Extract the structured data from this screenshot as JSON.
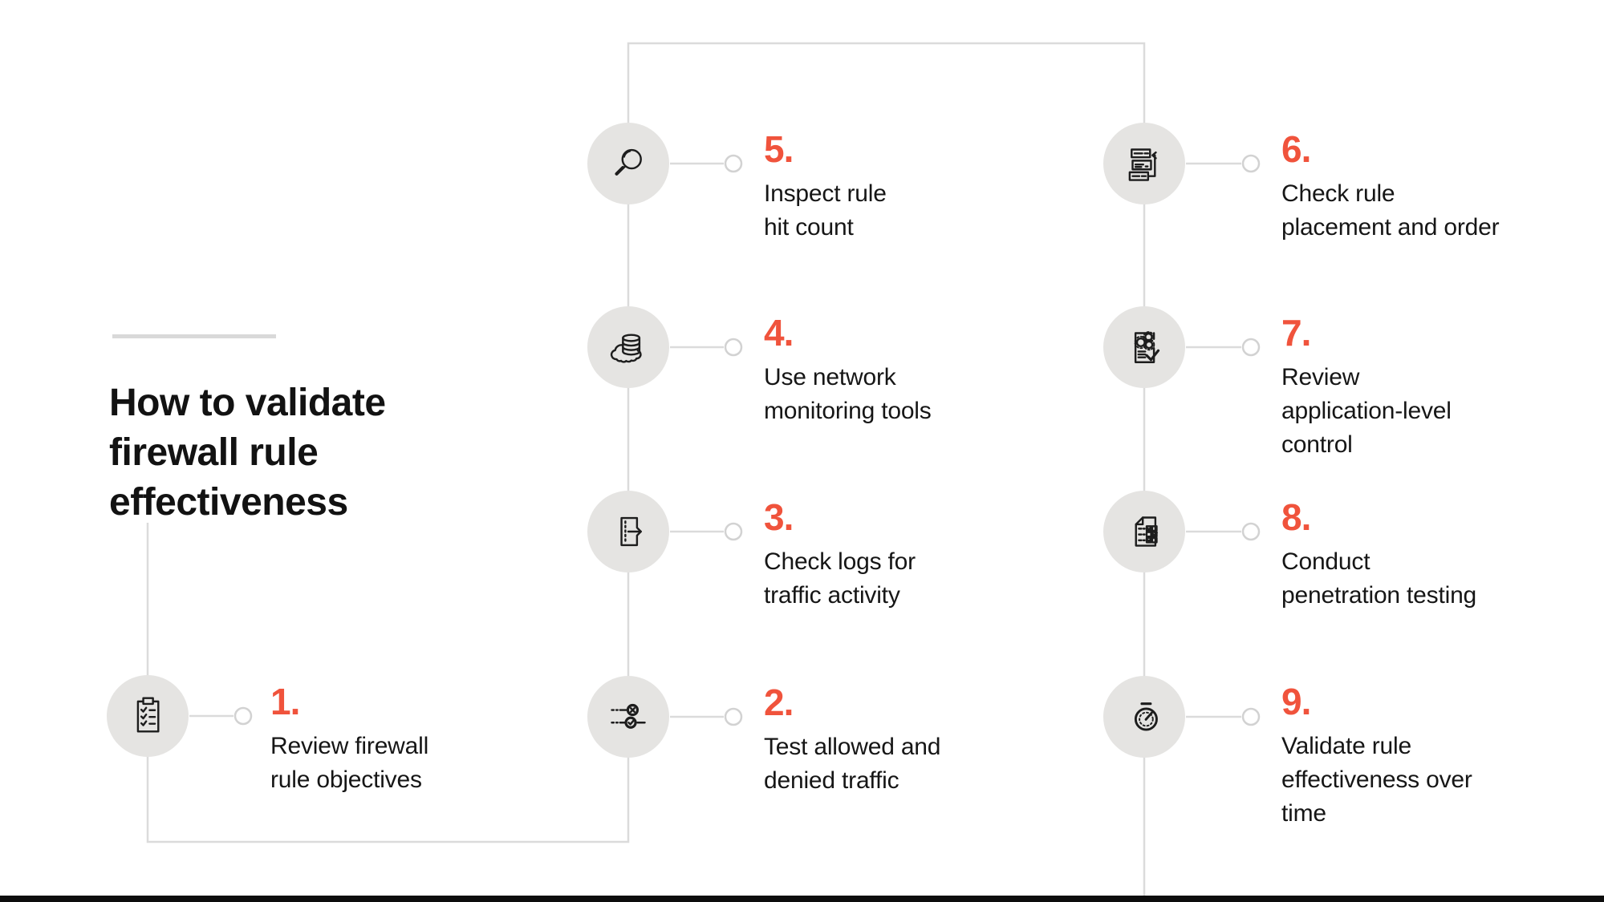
{
  "page": {
    "title": "How to validate\nfirewall rule\neffectiveness",
    "colors": {
      "accent": "#f0533c",
      "circle_fill": "#e5e4e2",
      "connector_line": "#dbdbdb",
      "text": "#161616",
      "bottom_bar": "#0d0d0d"
    }
  },
  "steps": [
    {
      "number": "1.",
      "label": "Review firewall\nrule objectives",
      "icon": "clipboard-checklist-icon"
    },
    {
      "number": "2.",
      "label": "Test allowed and\ndenied traffic",
      "icon": "traffic-allow-deny-icon"
    },
    {
      "number": "3.",
      "label": "Check logs for\ntraffic activity",
      "icon": "log-exit-icon"
    },
    {
      "number": "4.",
      "label": "Use network\nmonitoring tools",
      "icon": "cloud-database-icon"
    },
    {
      "number": "5.",
      "label": "Inspect rule\nhit count",
      "icon": "magnifier-icon"
    },
    {
      "number": "6.",
      "label": "Check rule\nplacement and order",
      "icon": "rule-order-icon"
    },
    {
      "number": "7.",
      "label": "Review\napplication-level\ncontrol",
      "icon": "document-gears-check-icon"
    },
    {
      "number": "8.",
      "label": "Conduct\npenetration testing",
      "icon": "checklist-document-icon"
    },
    {
      "number": "9.",
      "label": "Validate rule\neffectiveness over\ntime",
      "icon": "stopwatch-icon"
    }
  ]
}
